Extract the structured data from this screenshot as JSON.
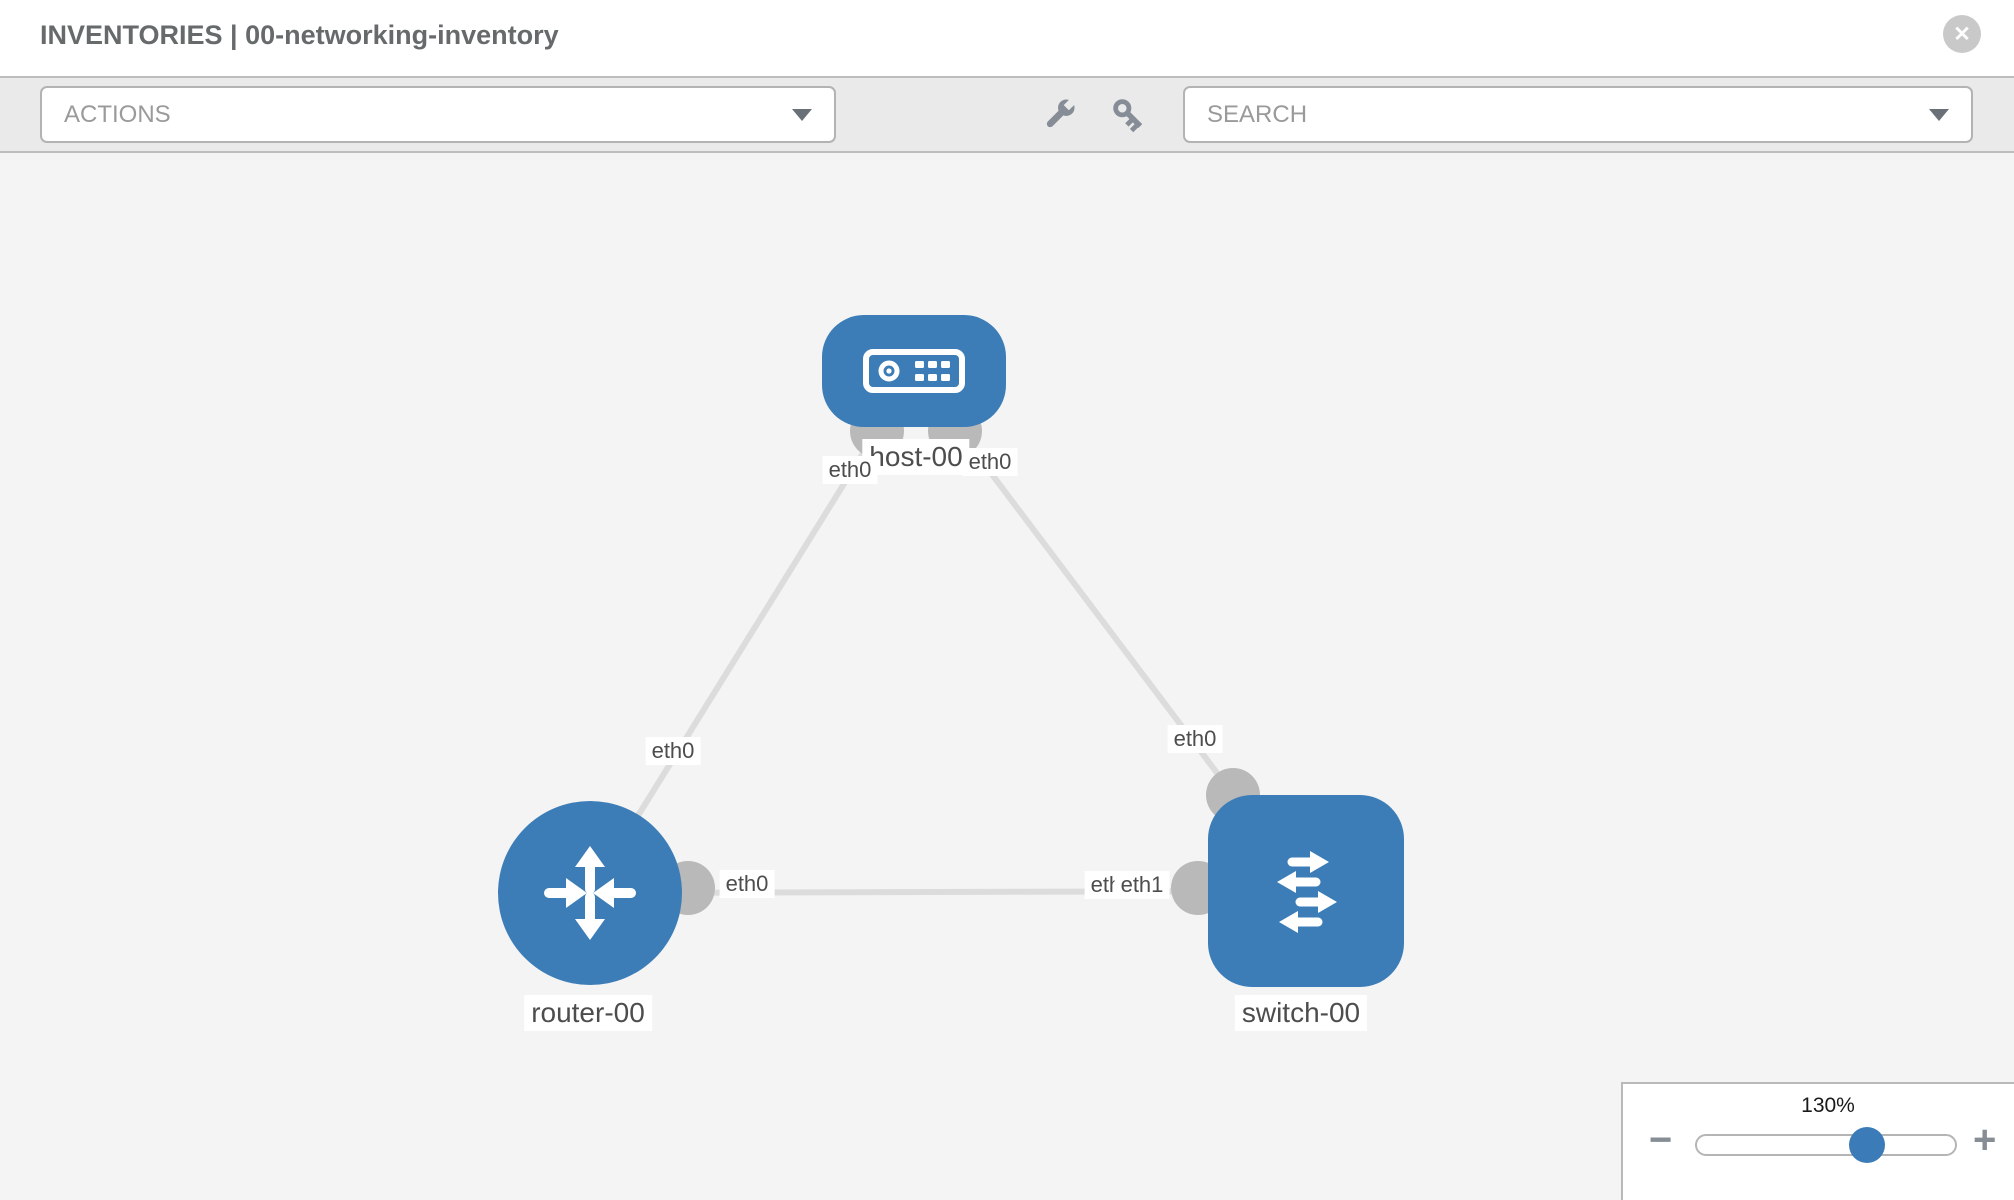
{
  "header": {
    "title": "INVENTORIES | 00-networking-inventory",
    "close_label": "✕"
  },
  "toolbar": {
    "actions_label": "ACTIONS",
    "search_placeholder": "SEARCH",
    "icons": [
      "wrench-icon",
      "key-icon"
    ]
  },
  "topology": {
    "nodes": [
      {
        "id": "host-00",
        "type": "host",
        "label": "host-00"
      },
      {
        "id": "router-00",
        "type": "router",
        "label": "router-00"
      },
      {
        "id": "switch-00",
        "type": "switch",
        "label": "switch-00"
      }
    ],
    "links": [
      {
        "from": "host-00",
        "from_if": "eth0",
        "to": "router-00",
        "to_if": "eth0"
      },
      {
        "from": "host-00",
        "from_if": "eth0",
        "to": "switch-00",
        "to_if": "eth0"
      },
      {
        "from": "router-00",
        "from_if": "eth0",
        "to": "switch-00",
        "to_if": "eth1"
      }
    ],
    "interface_labels": [
      {
        "text": "eth0",
        "at": "host-00 left"
      },
      {
        "text": "eth0",
        "at": "host-00 right"
      },
      {
        "text": "eth0",
        "at": "router-00 top"
      },
      {
        "text": "eth0",
        "at": "router-00 right"
      },
      {
        "text": "eth0",
        "at": "switch-00 top"
      },
      {
        "text": "eth0",
        "at": "switch-00 left (behind eth1)"
      },
      {
        "text": "eth1",
        "at": "switch-00 left (front)"
      }
    ]
  },
  "zoom_control": {
    "value": "130%",
    "minus_label": "−",
    "plus_label": "+",
    "handle_color": "#3b7cb8"
  },
  "colors": {
    "node_blue": "#3c7db8",
    "link_gray": "#dcdcdc",
    "endpoint_gray": "#b9b9b9",
    "canvas_bg": "#f4f4f4",
    "toolbar_bg": "#eaeaea"
  }
}
